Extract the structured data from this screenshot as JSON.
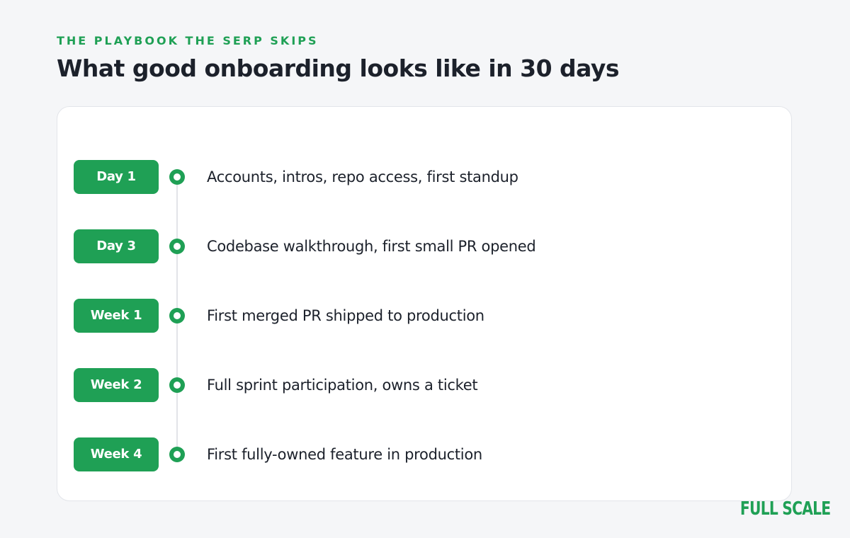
{
  "header": {
    "eyebrow": "THE PLAYBOOK THE SERP SKIPS",
    "title": "What good onboarding looks like in 30 days"
  },
  "timeline": {
    "items": [
      {
        "label": "Day 1",
        "description": "Accounts, intros, repo access, first standup"
      },
      {
        "label": "Day 3",
        "description": "Codebase walkthrough, first small PR opened"
      },
      {
        "label": "Week 1",
        "description": "First merged PR shipped to production"
      },
      {
        "label": "Week 2",
        "description": "Full sprint participation, owns a ticket"
      },
      {
        "label": "Week 4",
        "description": "First fully-owned feature in production"
      }
    ]
  },
  "brand": {
    "logo_text": "FULL SCALE"
  },
  "colors": {
    "accent": "#1fa055",
    "text": "#1c212b",
    "background": "#f5f6f8",
    "card": "#ffffff"
  }
}
